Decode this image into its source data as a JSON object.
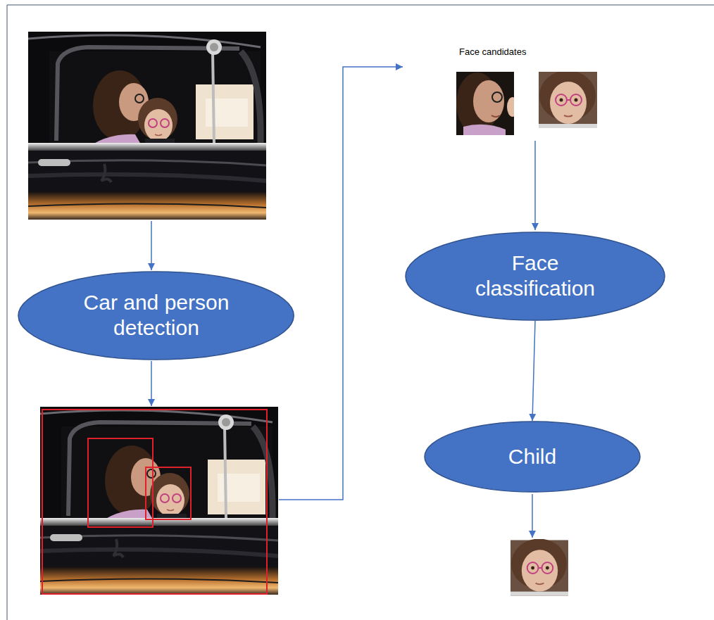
{
  "diagram": {
    "nodes": [
      {
        "text": [
          "Car and person detection"
        ]
      },
      {
        "text": [
          "Face classification"
        ]
      },
      {
        "text": [
          "Child"
        ]
      }
    ],
    "edges": [
      {
        "from": 1,
        "to": 2,
        "arrow": "to"
      }
    ],
    "labels": [
      "Face candidates"
    ]
  }
}
